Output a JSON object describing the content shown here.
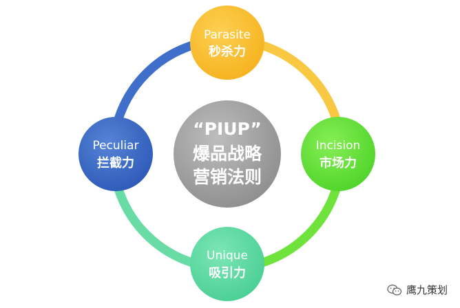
{
  "center": {
    "lines": [
      "“PIUP”",
      "爆品战略",
      "营销法则"
    ],
    "color": "#9e9e9e"
  },
  "nodes": {
    "top": {
      "en": "Parasite",
      "zh": "秒杀力",
      "color": "#fbbf2c"
    },
    "right": {
      "en": "Incision",
      "zh": "市场力",
      "color": "#6ee23a"
    },
    "bottom": {
      "en": "Unique",
      "zh": "吸引力",
      "color": "#5dd8a3"
    },
    "left": {
      "en": "Peculiar",
      "zh": "拦截力",
      "color": "#3a69c6"
    }
  },
  "ring_colors": {
    "top_right": "#f9c842",
    "right_bottom": "#6fe33b",
    "bottom_left": "#68dca4",
    "left_top": "#3f6fcb"
  },
  "watermark": {
    "text": "鹰九策划",
    "icon": "wechat-icon"
  }
}
